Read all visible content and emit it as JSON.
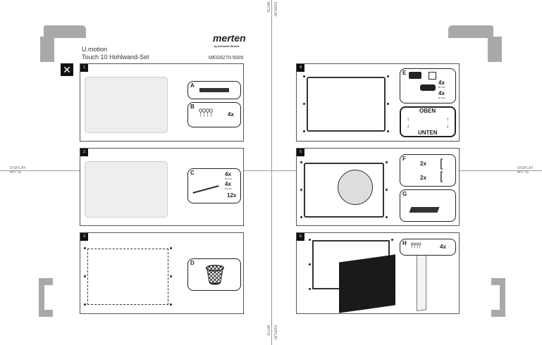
{
  "brand": {
    "logo": "merten",
    "tagline": "by Schneider Electric"
  },
  "header": {
    "product_line": "U.motion",
    "product_name": "Touch 10 Hohlwand-Set",
    "article_no": "MEG6270-5005"
  },
  "marks": {
    "top": [
      "MITTE",
      "DISPLAY"
    ],
    "bottom": [
      "MITTE",
      "DISPLAY"
    ],
    "left": [
      "DISPLAY",
      "MITTE"
    ],
    "right": [
      "DISPLAY",
      "MITTE"
    ]
  },
  "steps": [
    {
      "number": "1",
      "parts": [
        {
          "label": "A"
        },
        {
          "label": "B",
          "qty": "4x"
        }
      ]
    },
    {
      "number": "2",
      "parts": [
        {
          "label": "C",
          "qty1": "4x",
          "size1": "Ø 3mm",
          "qty2": "4x",
          "size2": "Ø 4mm",
          "qty3": "12x"
        }
      ]
    },
    {
      "number": "3",
      "parts": [
        {
          "label": "D"
        }
      ]
    },
    {
      "number": "4",
      "parts": [
        {
          "label": "E",
          "qty1": "4x",
          "size1": "Ø 3mm",
          "qty2": "4x",
          "size2": "Ø 4mm"
        },
        {
          "top": "OBEN",
          "bottom": "UNTEN"
        }
      ]
    },
    {
      "number": "5",
      "parts": [
        {
          "label": "F",
          "qty1": "2x",
          "qty2": "2x"
        },
        {
          "label": "G"
        }
      ]
    },
    {
      "number": "6",
      "parts": [
        {
          "label": "H",
          "qty": "4x"
        }
      ]
    }
  ],
  "icons": {
    "tools": "tools-icon",
    "trash": "trash-disposal-icon"
  }
}
